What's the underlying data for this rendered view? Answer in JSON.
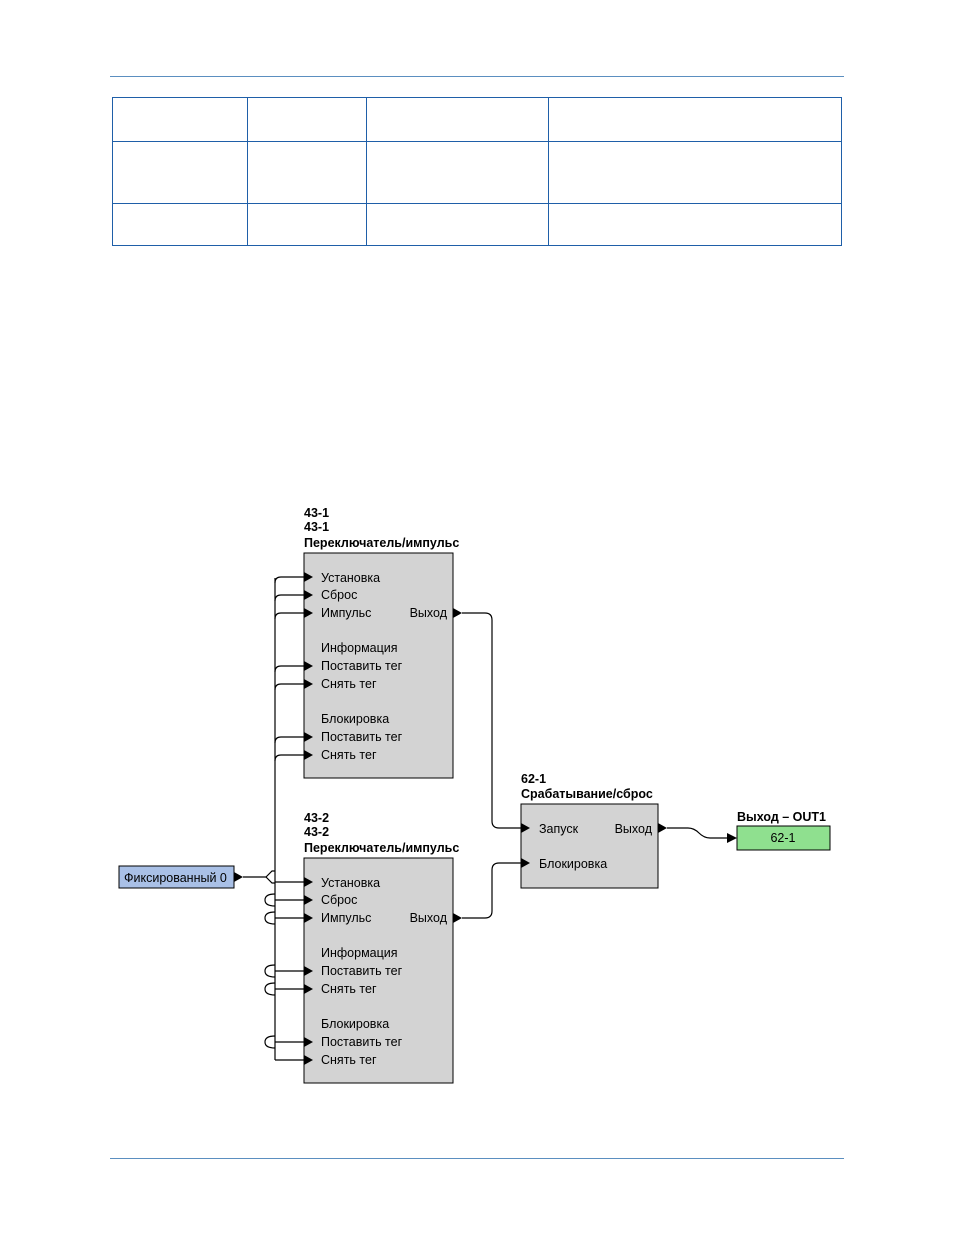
{
  "diagram": {
    "block_43_1": {
      "id": "43-1",
      "name": "43-1",
      "type": "Переключатель/импульс",
      "inputs": {
        "set": "Установка",
        "reset": "Сброс",
        "pulse": "Импульс",
        "info_header": "Информация",
        "info_set_tag": "Поставить тег",
        "info_clear_tag": "Снять тег",
        "block_header": "Блокировка",
        "block_set_tag": "Поставить тег",
        "block_clear_tag": "Снять тег"
      },
      "output": "Выход"
    },
    "block_43_2": {
      "id": "43-2",
      "name": "43-2",
      "type": "Переключатель/импульс",
      "inputs": {
        "set": "Установка",
        "reset": "Сброс",
        "pulse": "Импульс",
        "info_header": "Информация",
        "info_set_tag": "Поставить тег",
        "info_clear_tag": "Снять тег",
        "block_header": "Блокировка",
        "block_set_tag": "Поставить тег",
        "block_clear_tag": "Снять тег"
      },
      "output": "Выход"
    },
    "block_62_1": {
      "id": "62-1",
      "type": "Срабатывание/сброс",
      "inputs": {
        "start": "Запуск",
        "block": "Блокировка"
      },
      "output": "Выход"
    },
    "fixed_input": {
      "label": "Фиксированный 0",
      "color": "#a9c0e6"
    },
    "output_block": {
      "title": "Выход – OUT1",
      "label": "62-1",
      "color": "#8fe08f"
    }
  }
}
